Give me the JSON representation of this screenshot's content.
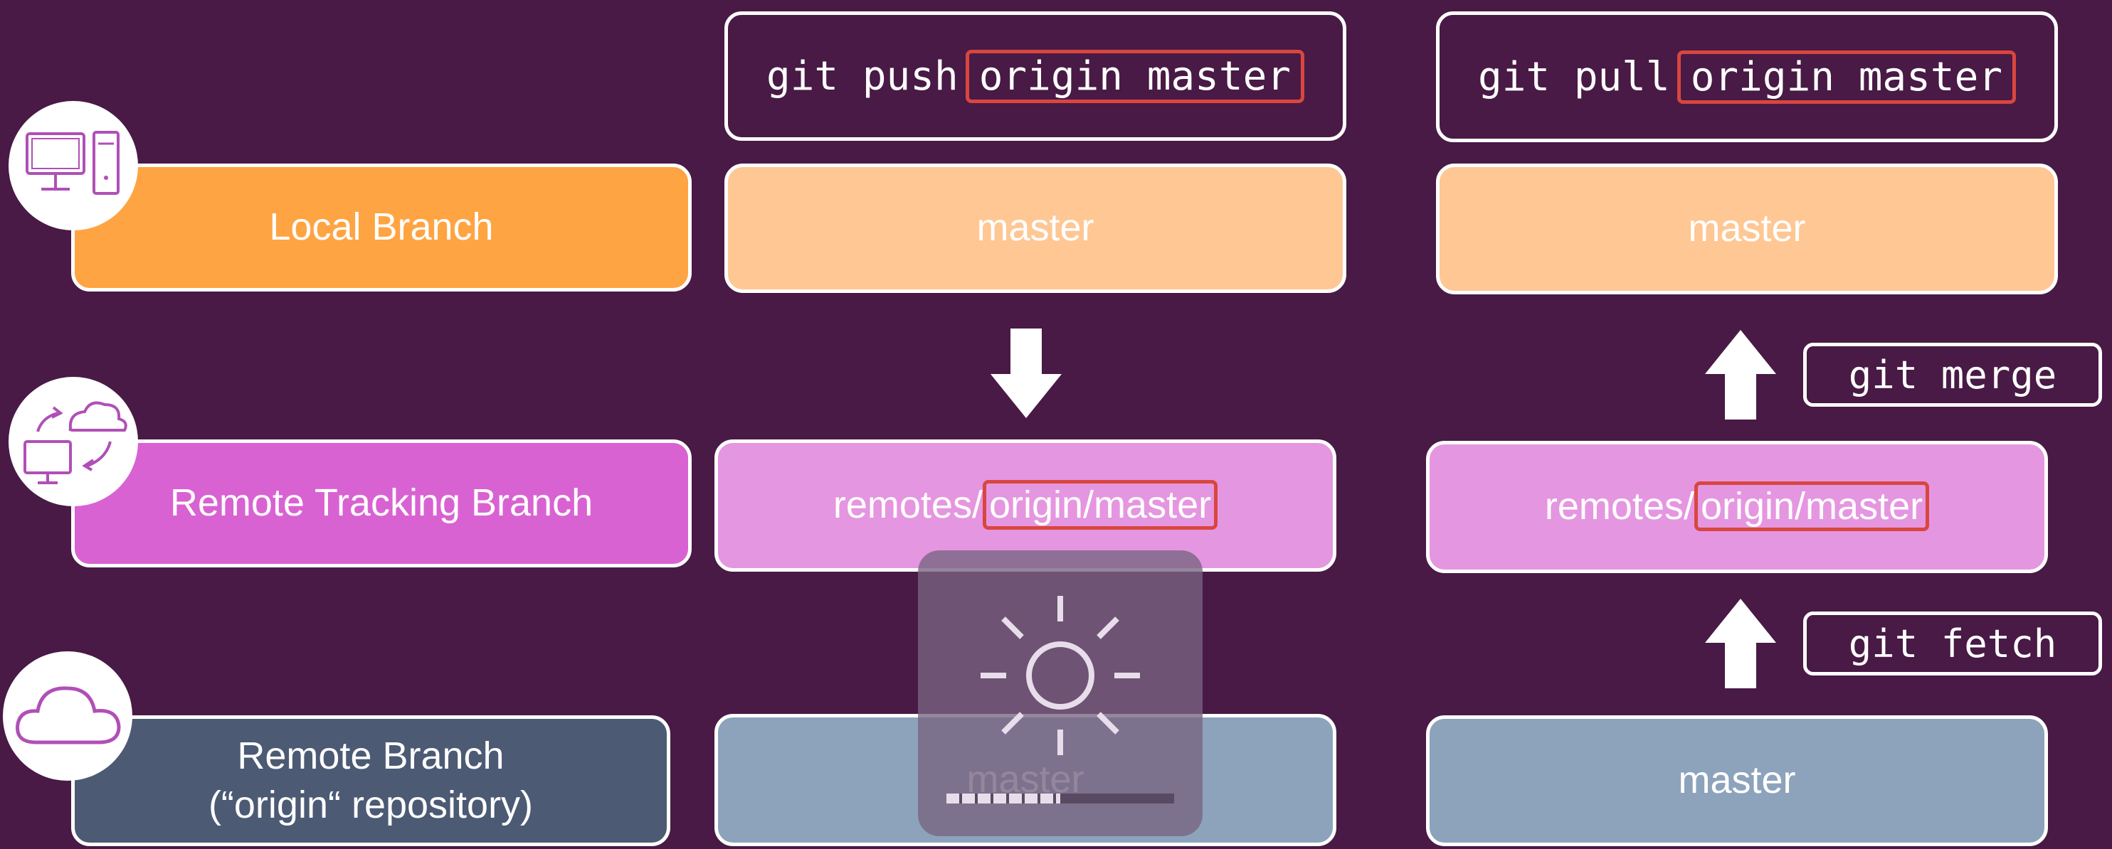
{
  "rows": {
    "local": {
      "label": "Local Branch",
      "icon": "computer-icon",
      "color": "#FFA443"
    },
    "remote_tracking": {
      "label": "Remote Tracking Branch",
      "icon": "cloud-sync-icon",
      "color": "#D962D2"
    },
    "remote": {
      "label_line1": "Remote Branch",
      "label_line2": "(“origin“ repository)",
      "icon": "cloud-icon",
      "color": "#4C5A74"
    }
  },
  "push_column": {
    "command_prefix": "git push",
    "command_highlight": "origin master",
    "local_box": "master",
    "tracking_prefix": "remotes/",
    "tracking_highlight": "origin/master",
    "remote_box": "master"
  },
  "pull_column": {
    "command_prefix": "git pull",
    "command_highlight": "origin master",
    "local_box": "master",
    "tracking_prefix": "remotes/",
    "tracking_highlight": "origin/master",
    "remote_box": "master",
    "merge_command": "git merge",
    "fetch_command": "git fetch"
  },
  "colors": {
    "background": "#481A45",
    "local_light": "#FFC794",
    "tracking_light": "#E596E0",
    "remote_light": "#8DA3BC",
    "highlight_border": "#D9463E"
  },
  "overlay": {
    "icon": "brightness-icon",
    "progress": 0.5
  }
}
